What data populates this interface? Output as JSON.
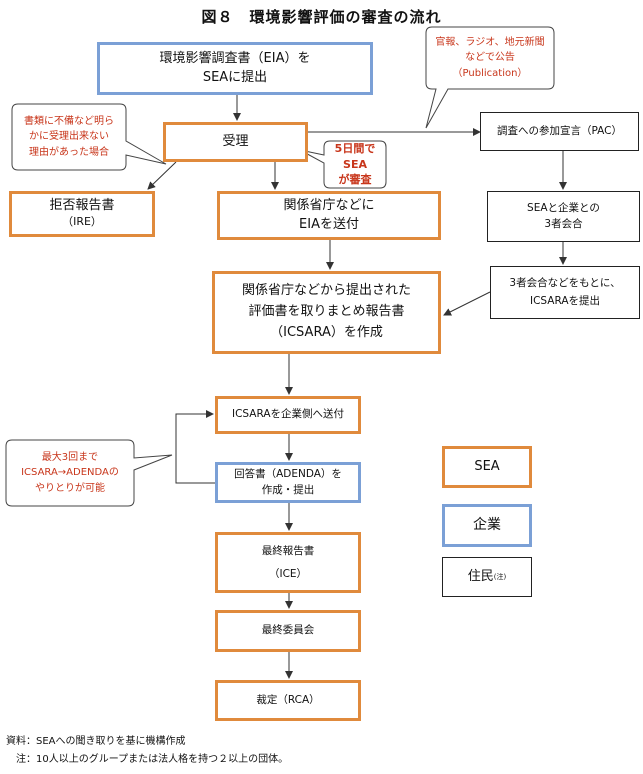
{
  "title": "図８　環境影響評価の審査の流れ",
  "boxes": {
    "eia_submit": [
      "環境影響調査書（EIA）を",
      "SEAに提出"
    ],
    "accept": [
      "受理"
    ],
    "reject": [
      "拒否報告書",
      "（IRE）"
    ],
    "send_eia": [
      "関係省庁などに",
      "EIAを送付"
    ],
    "compile": [
      "関係省庁などから提出された",
      "評価書を取りまとめ報告書",
      "（ICSARA）を作成"
    ],
    "send_icsara": [
      "ICSARAを企業側へ送付"
    ],
    "adenda": [
      "回答書（ADENDA）を",
      "作成・提出"
    ],
    "final_report": [
      "最終報告書",
      "（ICE）"
    ],
    "final_committee": [
      "最終委員会"
    ],
    "ruling": [
      "裁定（RCA）"
    ],
    "pac": [
      "調査への参加宣言（PAC）"
    ],
    "meeting": [
      "SEAと企業との",
      "3者会合"
    ],
    "icsara_submit": [
      "3者会合などをもとに、",
      "ICSARAを提出"
    ]
  },
  "notes": {
    "publication": [
      "官報、ラジオ、地元新聞",
      "などで公告",
      "（Publication）"
    ],
    "unfit": [
      "書類に不備など明ら",
      "かに受理出来ない",
      "理由があった場合"
    ],
    "five_days": [
      "5日間でSEA",
      "が審査"
    ],
    "max3": [
      "最大3回まで",
      "ICSARA→ADENDAの",
      "やりとりが可能"
    ]
  },
  "legend": {
    "sea": "SEA",
    "corp": "企業",
    "resident": "住民",
    "resident_mark": "(注)"
  },
  "footer": {
    "source": "資料：SEAへの聞き取りを基に機構作成",
    "note": "　注：10人以上のグループまたは法人格を持つ２以上の団体。"
  },
  "colors": {
    "sea": "#e08a3c",
    "corp": "#7ba0d6",
    "note_text": "#c8361b",
    "line": "#333333"
  }
}
